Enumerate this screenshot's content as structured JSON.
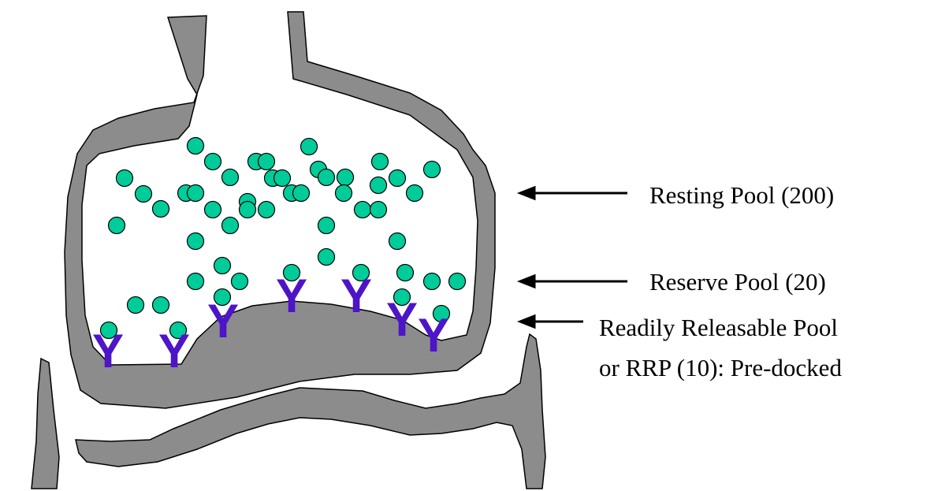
{
  "labels": {
    "resting": "Resting Pool (200)",
    "reserve": "Reserve Pool (20)",
    "rrp_line1": "Readily Releasable Pool",
    "rrp_line2": "or RRP (10): Pre-docked"
  },
  "docking_glyph": "Y",
  "colors": {
    "membrane": "#8c8c8c",
    "vesicle": "#00cc99",
    "receptor": "#4d14c8",
    "arrow": "#000000"
  }
}
